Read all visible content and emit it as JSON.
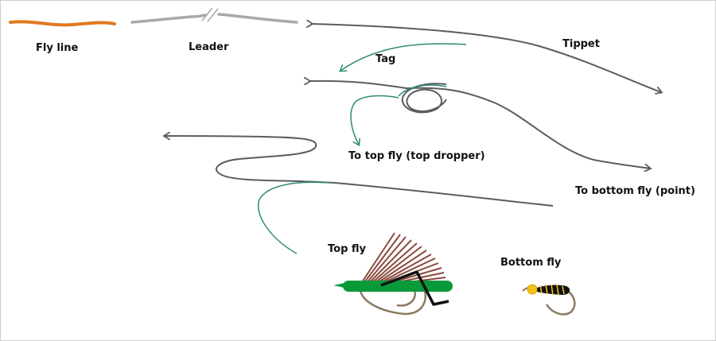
{
  "labels": {
    "fly_line": "Fly line",
    "leader": "Leader",
    "tippet": "Tippet",
    "tag": "Tag",
    "to_top_fly": "To top fly (top dropper)",
    "to_bottom_fly": "To bottom fly (point)",
    "top_fly": "Top fly",
    "bottom_fly": "Bottom fly"
  },
  "colors": {
    "fly_line": "#e07a1f",
    "leader": "#a8a8a8",
    "tippet": "#585d62",
    "tag_line": "#2e8b74",
    "fly_body": "#0a9a3a",
    "hackle": "#8a4a3c",
    "hook": "#8a7a62",
    "bead": "#f2c21a"
  }
}
